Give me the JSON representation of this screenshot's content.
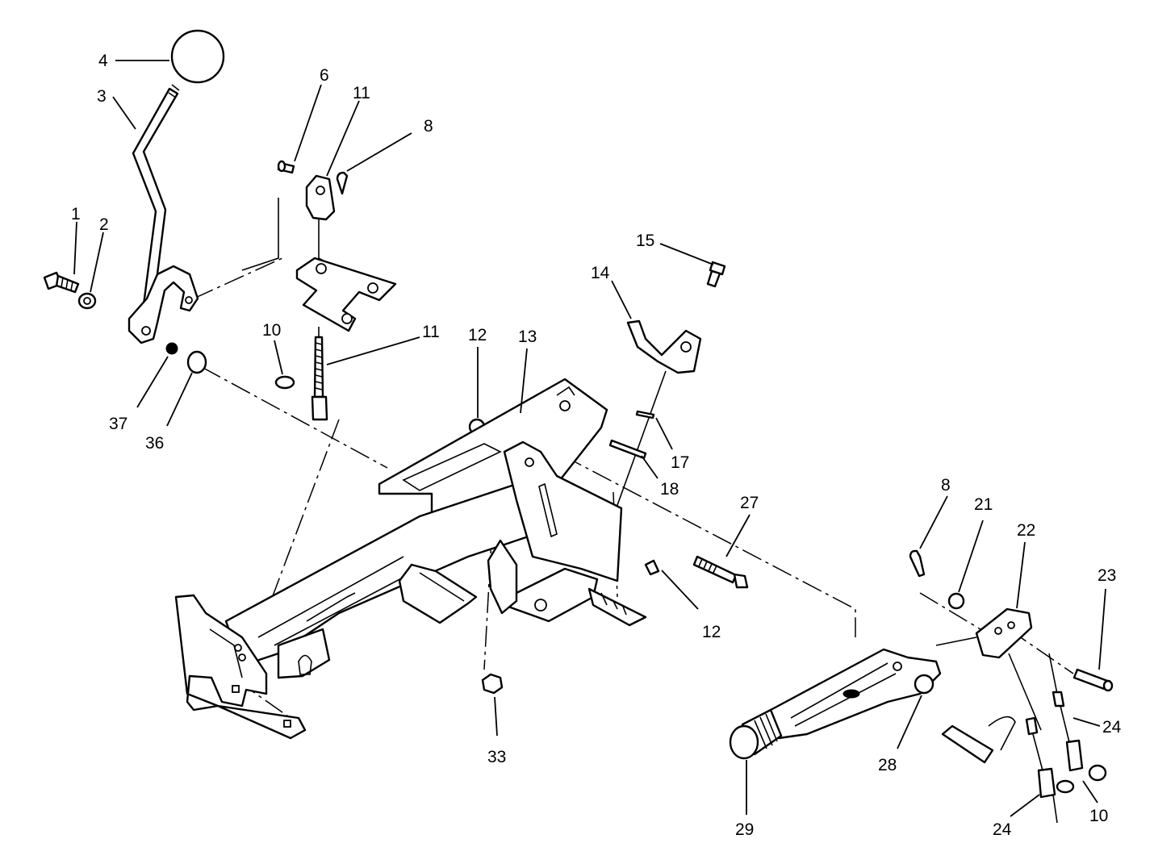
{
  "callouts": {
    "c1": "1",
    "c2": "2",
    "c3": "3",
    "c4": "4",
    "c6": "6",
    "c11a": "11",
    "c8a": "8",
    "c15": "15",
    "c14": "14",
    "c10a": "10",
    "c11b": "11",
    "c12a": "12",
    "c13": "13",
    "c37": "37",
    "c36": "36",
    "c17": "17",
    "c18": "18",
    "c27": "27",
    "c8b": "8",
    "c21": "21",
    "c22": "22",
    "c23": "23",
    "c12b": "12",
    "c33": "33",
    "c28": "28",
    "c24a": "24",
    "c29": "29",
    "c24b": "24",
    "c10b": "10"
  }
}
